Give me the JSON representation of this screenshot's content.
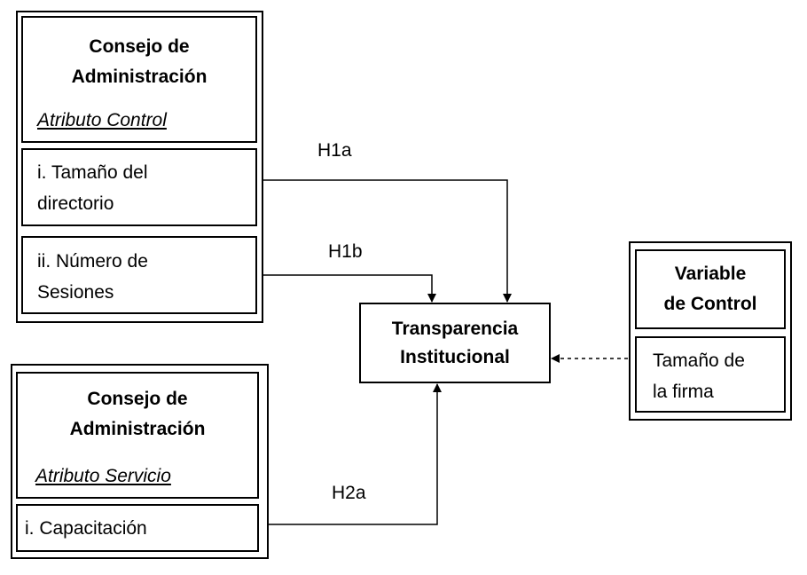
{
  "group_control": {
    "title": "Consejo de\nAdministración",
    "subtitle": "Atributo Control",
    "items": [
      "i. Tamaño del\ndirectorio",
      "ii. Número de\nSesiones"
    ]
  },
  "group_service": {
    "title": "Consejo de\nAdministración",
    "subtitle": "Atributo Servicio",
    "items": [
      "i. Capacitación"
    ]
  },
  "center": {
    "title": "Transparencia\nInstitucional"
  },
  "control_variable": {
    "title": "Variable\nde Control",
    "items": [
      "Tamaño de\nla firma"
    ]
  },
  "hypotheses": {
    "h1a": "H1a",
    "h1b": "H1b",
    "h2a": "H2a"
  }
}
